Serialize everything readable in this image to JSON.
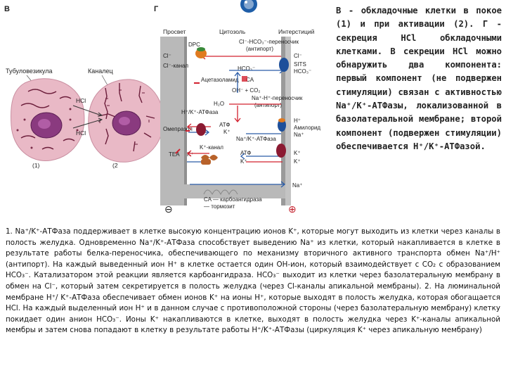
{
  "figure": {
    "panel_v_letter": "В",
    "panel_g_letter": "Г",
    "left": {
      "tubulovesicle_label": "Тубуловезикула",
      "canaliculus_label": "Каналец",
      "hcl_top": "HCl",
      "hcl_bottom": "HCl",
      "state1": "(1)",
      "state2": "(2"
    },
    "right": {
      "lumen": "Просвет",
      "cytosol": "Цитозоль",
      "interstitium": "Интерстиций",
      "cl_hco3_exchanger": "Cl⁻-HCO₃⁻-переносчик",
      "antiport": "(антипорт)",
      "dpc": "DPC",
      "cl_minus": "Cl⁻",
      "cl_channel": "Cl⁻-канал",
      "cl_right": "Cl⁻",
      "sits": "SITS",
      "hco3_right": "HCO₃⁻",
      "hco3_mid": "HCO₃⁻",
      "acetazolamide": "Ацетазоламид",
      "ca": "CA",
      "oh_co2": "OH⁻ + CO₂",
      "h2o": "H₂O",
      "na_h_exchanger": "Na⁺-H⁺-переносчик",
      "na_h_antiport": "(антипорт)",
      "hk_atpase": "H⁺/K⁺-АТФаза",
      "omeprazole": "Омепразол",
      "atp1": "АТФ",
      "h_plus_right": "H⁺",
      "amiloride": "Амилорид",
      "na_plus1": "Na⁺",
      "k_plus1": "K⁺",
      "nak_atpase": "Na⁺/K⁺-АТФаза",
      "k_channel": "K⁺-канал",
      "tea": "TEA",
      "k_left": "K⁺",
      "atp2": "АТФ",
      "k_plus2": "K⁺",
      "k_plus3": "K⁺",
      "k_plus4": "K⁺",
      "na_plus2": "Na⁺",
      "ca_inhibitor_1": "CA — карбоангидраза",
      "ca_inhibitor_2": "— тормозит",
      "minus_sign": "⊖",
      "plus_sign": "⊕"
    }
  },
  "side_text": "В - обкладочные клетки в покое (1) и при активации (2). Г - секреция HCl обкладочными клетками. В секреции HCl можно обнаружить два компонента: первый компонент (не подвержен стимуляции) связан с активностью Na⁺/K⁺-АТФазы, локализованной в базолатеральной мембране; второй компонент (подвержен стимуляции) обеспечивается H⁺/K⁺-АТФазой.",
  "body_text": "1. Na⁺/K⁺-АТФаза поддерживает в клетке высокую концентрацию ионов K⁺, которые могут выходить из клетки через каналы в полость желудка. Одновременно Na⁺/K⁺-АТФаза способствует выведению Na⁺ из клетки, который накапливается в клетке в результате работы белка-переносчика, обеспечивающего по механизму вторичного активного транспорта обмен Na⁺/H⁺ (антипорт). На каждый выведенный ион H⁺ в клетке остается один OH-ион, который взаимодействует с CO₂ с образованием HCO₃⁻. Катализатором этой реакции является карбоангидраза. HCO₃⁻ выходит из клетки через базолатеральную мембрану в обмен на Cl⁻, который затем секретируется в полость желудка (через Cl-каналы апикальной мембраны). 2. На люминальной мембране H⁺/ K⁺-АТФаза обеспечивает обмен ионов K⁺ на ионы H⁺, которые выходят в полость желудка, которая обогащается HCl. На каждый выделенный ион H⁺ и в данном случае с противоположной стороны (через базолатеральную мембрану) клетку покидает один анион HCO₃⁻. Ионы K⁺ накапливаются в клетке, выходят в полость желудка через K⁺-каналы апикальной мембры и затем снова попадают в клетку в результате работы H⁺/K⁺-АТФазы (циркуляция K⁺ через апикальную мембрану)",
  "colors": {
    "cell_fill": "#e9b9c6",
    "membrane": "#8d8d8d",
    "cytosol": "#ffffff",
    "arrow_red": "#d2202e",
    "arrow_blue": "#2a5ca8",
    "pump_dark": "#8b1a32",
    "pump_blue": "#1d4f9a",
    "pump_orange": "#e07a1f",
    "pump_green": "#3a8a3a",
    "channel_brown": "#b8622a"
  }
}
